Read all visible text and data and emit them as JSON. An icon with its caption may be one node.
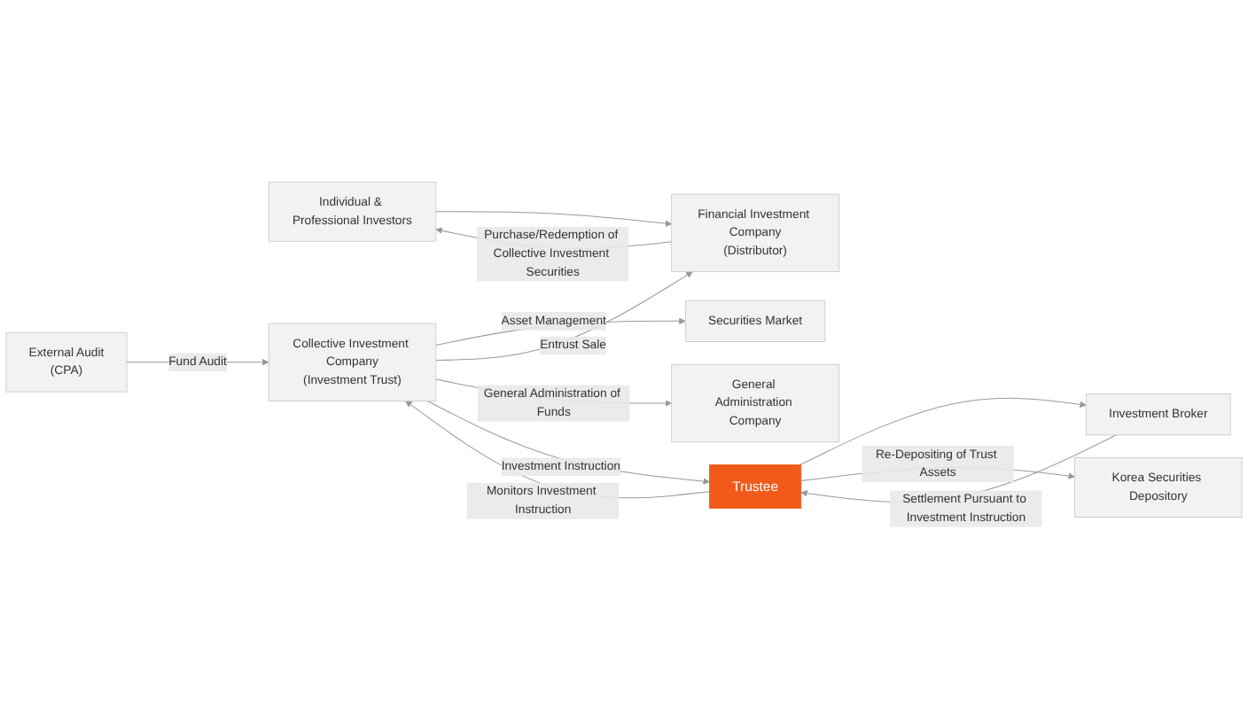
{
  "diagram": {
    "nodes": [
      {
        "text": [
          "Individual & Professional Investors"
        ]
      },
      {
        "text": [
          "Securities Market"
        ]
      },
      {
        "text": [
          "Financial Investment Company",
          "(Distributor)"
        ]
      },
      {
        "text": [
          "Collective Investment Company",
          "(Investment Trust)"
        ]
      },
      {
        "text": [
          "General Administration Company"
        ]
      },
      {
        "text": [
          "External Audit",
          "(CPA)"
        ]
      },
      {
        "text": [
          "Trustee"
        ]
      },
      {
        "text": [
          "Investment Broker"
        ]
      },
      {
        "text": [
          "Korea Securities Depository"
        ]
      }
    ],
    "edges": [
      {
        "from": 0,
        "to": 2,
        "arrow": "to"
      },
      {
        "from": 2,
        "to": 0,
        "arrow": "to",
        "label": "Purchase/Redemption of Collective Investment Securities"
      },
      {
        "from": 3,
        "to": 1,
        "arrow": "to",
        "label": "Asset Management"
      },
      {
        "from": 3,
        "to": 2,
        "arrow": "to",
        "label": "Entrust Sale"
      },
      {
        "from": 3,
        "to": 4,
        "arrow": "to",
        "label": "General Administration of Funds"
      },
      {
        "from": 3,
        "to": 6,
        "arrow": "to",
        "label": "Investment Instruction"
      },
      {
        "from": 6,
        "to": 3,
        "arrow": "to",
        "label": "Monitors Investment Instruction"
      },
      {
        "from": 5,
        "to": 3,
        "arrow": "to",
        "label": "Fund Audit"
      },
      {
        "from": 6,
        "to": 7,
        "arrow": "to"
      },
      {
        "from": 7,
        "to": 6,
        "arrow": "to",
        "label": "Settlement Pursuant to Investment Instruction"
      },
      {
        "from": 6,
        "to": 8,
        "arrow": "to",
        "label": "Re-Depositing of Trust Assets"
      }
    ]
  }
}
